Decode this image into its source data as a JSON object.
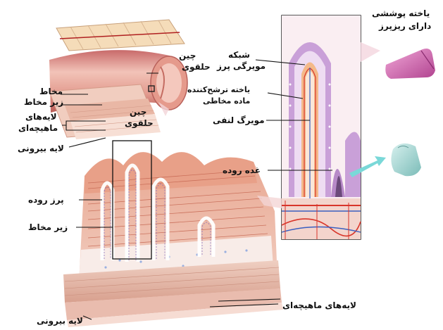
{
  "labels": {
    "mucosa": "مخاط",
    "submucosa_left": "زیر مخاط",
    "muscle_layers_left_1": "لایه‌های",
    "muscle_layers_left_2": "ماهیچه‌ای",
    "serosa_left": "لایه بیرونی",
    "circular_fold_top_1": "چین",
    "circular_fold_top_2": "حلقوی",
    "circular_fold_mid_1": "چین",
    "circular_fold_mid_2": "حلقوی",
    "villus": "پرز روده",
    "submucosa_bottom": "زیر مخاط",
    "muscle_layers_bottom": "لایه‌های ماهیچه‌ای",
    "serosa_bottom": "لایه بیرونی",
    "capillary_network_1": "شبکه",
    "capillary_network_2": "مویرگی پرز",
    "mucus_cell_1": "یاخته ترشح‌کننده",
    "mucus_cell_2": "ماده مخاطی",
    "lacteal": "مویرگ لنفی",
    "intestinal_gland": "غده روده",
    "epithelial_cell_1": "یاخته پوششی",
    "epithelial_cell_2": "دارای ریزپرز"
  },
  "colors": {
    "tissue_pink": "#e9b5a6",
    "muscle_red": "#c9705a",
    "villus_purple": "#c9a0d8",
    "blood_red": "#d8352a",
    "vessel_blue": "#3a5fc0",
    "cyan_arrow": "#7ad8d8",
    "magenta_cell": "#d070b8"
  }
}
